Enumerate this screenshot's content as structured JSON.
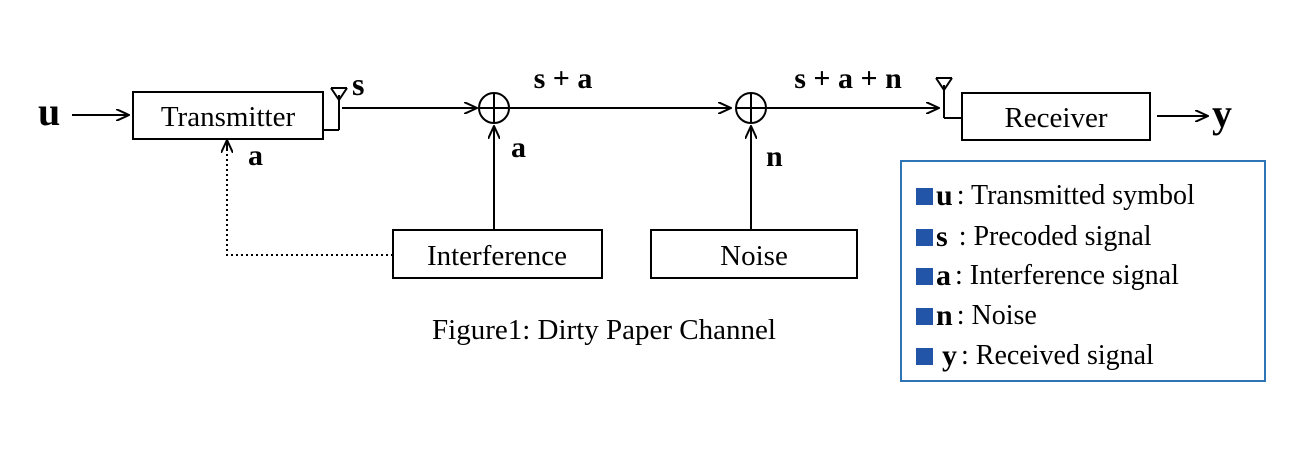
{
  "diagram": {
    "input_label": "u",
    "output_label": "y",
    "transmitter_label": "Transmitter",
    "receiver_label": "Receiver",
    "interference_label": "Interference",
    "noise_label": "Noise",
    "feedback_label": "a",
    "tx_signal_label": "s",
    "sum1_label": "s + a",
    "sum2_label": "s + a + n",
    "interference_input_label": "a",
    "noise_input_label": "n",
    "adder_symbol": "⊕",
    "caption": "Figure1: Dirty Paper Channel"
  },
  "legend": {
    "border_color": "#2e75b6",
    "marker_color": "#2255a8",
    "items": [
      {
        "symbol": "u",
        "description": ": Transmitted symbol"
      },
      {
        "symbol": "s",
        "description": " : Precoded signal"
      },
      {
        "symbol": "a",
        "description": ": Interference signal"
      },
      {
        "symbol": "n",
        "description": ": Noise"
      },
      {
        "symbol": "y",
        "description": ": Received signal"
      }
    ]
  }
}
